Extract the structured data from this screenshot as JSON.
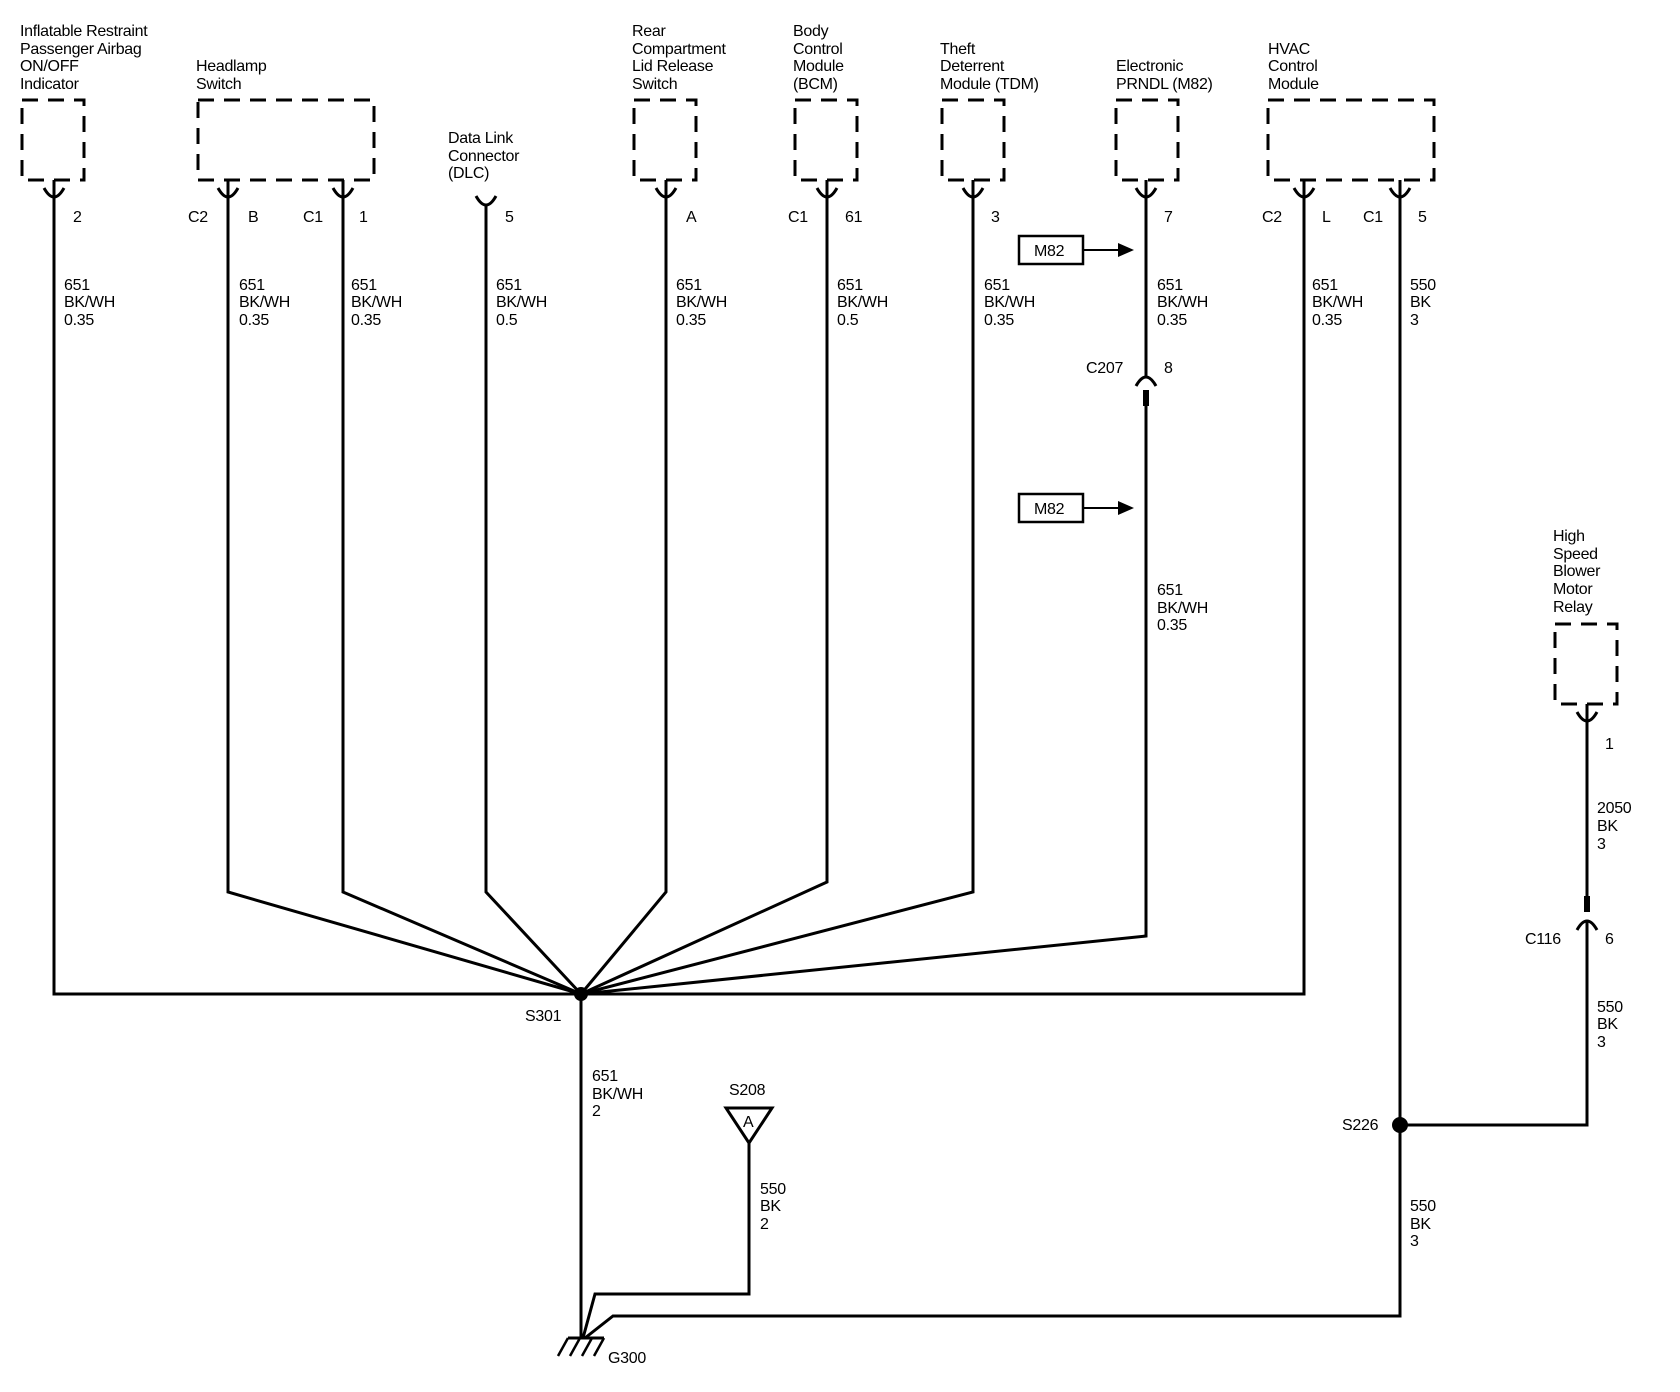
{
  "components": {
    "airbag": {
      "name": [
        "Inflatable Restraint",
        "Passenger Airbag",
        "ON/OFF",
        "Indicator"
      ],
      "pin": "2",
      "wire": [
        "651",
        "BK/WH",
        "0.35"
      ]
    },
    "headlamp": {
      "name": [
        "Headlamp",
        "Switch"
      ],
      "conn1": "C2",
      "pin1": "B",
      "wire1": [
        "651",
        "BK/WH",
        "0.35"
      ],
      "conn2": "C1",
      "pin2": "1",
      "wire2": [
        "651",
        "BK/WH",
        "0.35"
      ]
    },
    "dlc": {
      "name": [
        "Data Link",
        "Connector",
        "(DLC)"
      ],
      "pin": "5",
      "wire": [
        "651",
        "BK/WH",
        "0.5"
      ]
    },
    "rear_lid": {
      "name": [
        "Rear",
        "Compartment",
        "Lid Release",
        "Switch"
      ],
      "pin": "A",
      "wire": [
        "651",
        "BK/WH",
        "0.35"
      ]
    },
    "bcm": {
      "name": [
        "Body",
        "Control",
        "Module",
        "(BCM)"
      ],
      "conn": "C1",
      "pin": "61",
      "wire": [
        "651",
        "BK/WH",
        "0.5"
      ]
    },
    "tdm": {
      "name": [
        "Theft",
        "Deterrent",
        "Module (TDM)"
      ],
      "pin": "3",
      "wire": [
        "651",
        "BK/WH",
        "0.35"
      ]
    },
    "prndl": {
      "name": [
        "Electronic",
        "PRNDL (M82)"
      ],
      "pin": "7",
      "wire": [
        "651",
        "BK/WH",
        "0.35"
      ],
      "option_tag_1": "M82",
      "inline_conn": "C207",
      "inline_pin": "8",
      "option_tag_2": "M82",
      "wire_lower": [
        "651",
        "BK/WH",
        "0.35"
      ]
    },
    "hvac": {
      "name": [
        "HVAC",
        "Control",
        "Module"
      ],
      "conn1": "C2",
      "pin1": "L",
      "wire1": [
        "651",
        "BK/WH",
        "0.35"
      ],
      "conn2": "C1",
      "pin2": "5",
      "wire2": [
        "550",
        "BK",
        "3"
      ]
    },
    "blower": {
      "name": [
        "High",
        "Speed",
        "Blower",
        "Motor",
        "Relay"
      ],
      "pin": "1",
      "wire": [
        "2050",
        "BK",
        "3"
      ],
      "inline_conn": "C116",
      "inline_pin": "6",
      "wire_lower": [
        "550",
        "BK",
        "3"
      ]
    }
  },
  "splices": {
    "s301": {
      "label": "S301",
      "wire_out": [
        "651",
        "BK/WH",
        "2"
      ]
    },
    "s208": {
      "label": "S208",
      "letter": "A",
      "wire": [
        "550",
        "BK",
        "2"
      ]
    },
    "s226": {
      "label": "S226",
      "wire_out": [
        "550",
        "BK",
        "3"
      ]
    }
  },
  "ground": {
    "label": "G300"
  }
}
